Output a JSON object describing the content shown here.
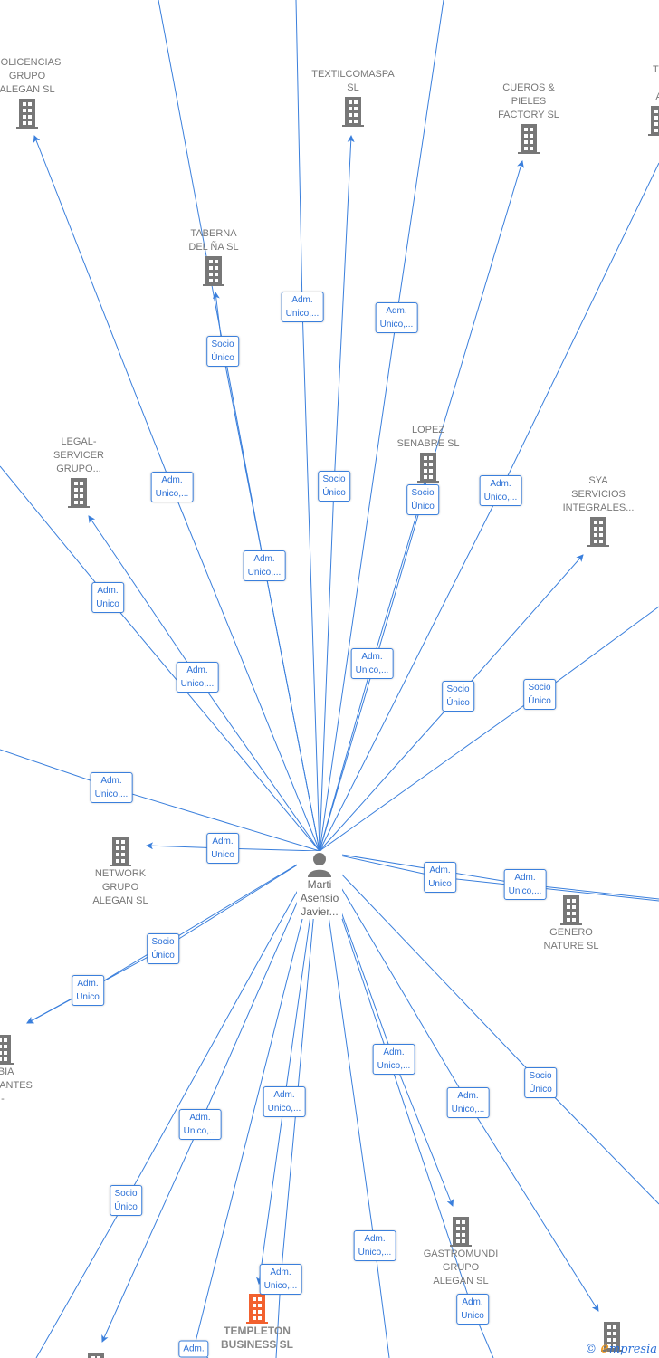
{
  "colors": {
    "edge": "#3a7fdc",
    "node": "#777777",
    "highlight": "#f2612f"
  },
  "center": {
    "name": "Marti\nAsensio\nJavier...",
    "icon": "person-icon"
  },
  "nodes": [
    {
      "name": "DOLICENCIAS\nGRUPO\nALEGAN  SL",
      "icon": "building-icon"
    },
    {
      "name": "TEXTILCOMASPA\nSL",
      "icon": "building-icon"
    },
    {
      "name": "CUEROS &\nPIELES\nFACTORY  SL",
      "icon": "building-icon"
    },
    {
      "name": "TE\n\nA",
      "icon": "building-icon"
    },
    {
      "name": "TABERNA\nDEL ÑA  SL",
      "icon": "building-icon"
    },
    {
      "name": "LEGAL-\nSERVICER\nGRUPO...",
      "icon": "building-icon"
    },
    {
      "name": "LOPEZ\nSENABRE  SL",
      "icon": "building-icon"
    },
    {
      "name": "SYA\nSERVICIOS\nINTEGRALES...",
      "icon": "building-icon"
    },
    {
      "name": "NETWORK\nGRUPO\nALEGAN  SL",
      "icon": "building-icon"
    },
    {
      "name": "GENERO\nNATURE SL",
      "icon": "building-icon"
    },
    {
      "name": "ABIA\nTAURANTES\n-",
      "icon": "building-icon"
    },
    {
      "name": "TEMPLETON\nBUSINESS  SL",
      "icon": "building-icon",
      "highlight": true
    },
    {
      "name": "GASTROMUNDI\nGRUPO\nALEGAN  SL",
      "icon": "building-icon"
    },
    {
      "name": "",
      "icon": "building-icon"
    },
    {
      "name": "",
      "icon": "building-icon"
    }
  ],
  "edges": [
    {
      "label": "Adm.\nUnico,..."
    },
    {
      "label": "Socio\nÚnico"
    },
    {
      "label": "Adm.\nUnico,..."
    },
    {
      "label": "Adm.\nUnico,..."
    },
    {
      "label": "Socio\nÚnico"
    },
    {
      "label": "Adm.\nUnico,..."
    },
    {
      "label": "Socio\nÚnico"
    },
    {
      "label": "Adm.\nUnico,..."
    },
    {
      "label": "Adm.\nUnico,..."
    },
    {
      "label": "Adm.\nUnico"
    },
    {
      "label": "Adm.\nUnico,..."
    },
    {
      "label": "Socio\nÚnico"
    },
    {
      "label": "Socio\nÚnico"
    },
    {
      "label": "Adm.\nUnico,..."
    },
    {
      "label": "Adm.\nUnico"
    },
    {
      "label": "Adm.\nUnico"
    },
    {
      "label": "Adm.\nUnico,..."
    },
    {
      "label": "Socio\nÚnico"
    },
    {
      "label": "Adm.\nUnico"
    },
    {
      "label": "Adm.\nUnico,..."
    },
    {
      "label": "Adm.\nUnico,..."
    },
    {
      "label": "Adm.\nUnico,..."
    },
    {
      "label": "Socio\nÚnico"
    },
    {
      "label": "Adm.\nUnico,..."
    },
    {
      "label": "Socio\nÚnico"
    },
    {
      "label": "Adm.\nUnico,..."
    },
    {
      "label": "Adm.\nUnico,..."
    },
    {
      "label": "Adm."
    },
    {
      "label": "Adm.\nUnico"
    }
  ],
  "brand": {
    "copyright": "©",
    "name": "mpresia",
    "initial": "e"
  }
}
